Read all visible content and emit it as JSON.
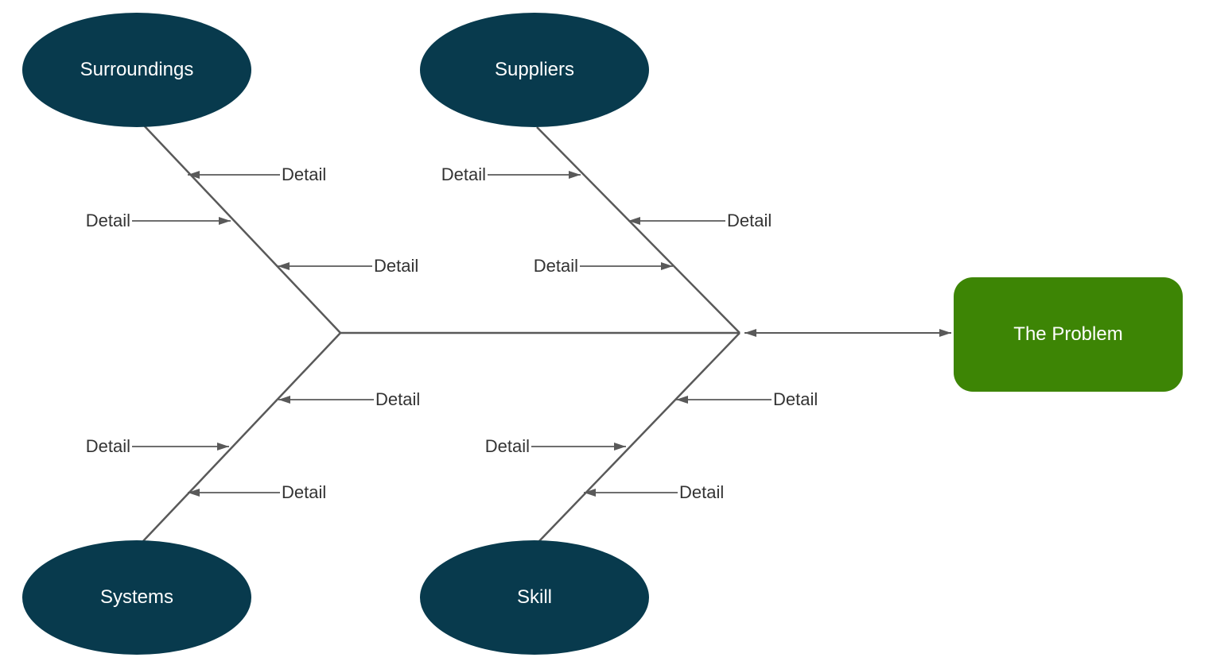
{
  "diagram": {
    "type": "fishbone-cause-and-effect",
    "colors": {
      "category_fill": "#083a4d",
      "problem_fill": "#3d8505",
      "connector_line": "#595959",
      "detail_text": "#333333",
      "shape_text": "#ffffff",
      "background": "#ffffff"
    },
    "problem": {
      "label": "The Problem"
    },
    "categories": [
      {
        "id": "surroundings",
        "label": "Surroundings",
        "position": "top-left",
        "details": [
          "Detail",
          "Detail",
          "Detail"
        ]
      },
      {
        "id": "suppliers",
        "label": "Suppliers",
        "position": "top-middle",
        "details": [
          "Detail",
          "Detail",
          "Detail"
        ]
      },
      {
        "id": "systems",
        "label": "Systems",
        "position": "bottom-left",
        "details": [
          "Detail",
          "Detail",
          "Detail"
        ]
      },
      {
        "id": "skill",
        "label": "Skill",
        "position": "bottom-middle",
        "details": [
          "Detail",
          "Detail",
          "Detail"
        ]
      }
    ]
  }
}
